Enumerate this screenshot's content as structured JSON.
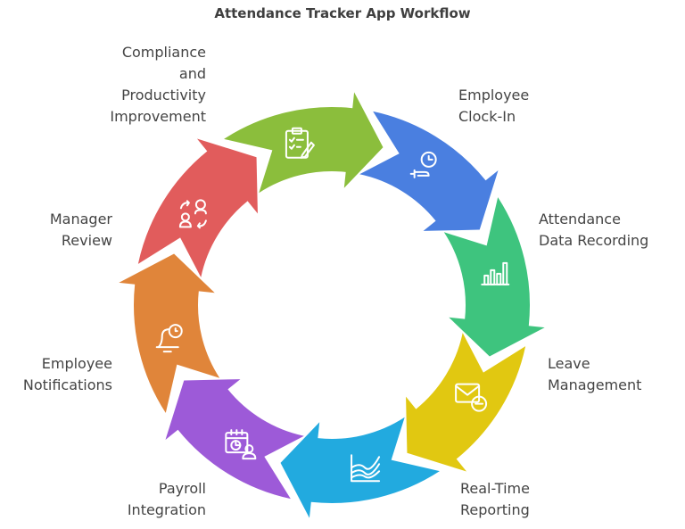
{
  "title": "Attendance Tracker App Workflow",
  "steps": [
    {
      "label": "Employee\nClock-In",
      "color": "#4a7fe0",
      "icon": "clock-hand-icon"
    },
    {
      "label": "Attendance\nData Recording",
      "color": "#3ec47e",
      "icon": "bar-chart-icon"
    },
    {
      "label": "Leave\nManagement",
      "color": "#e1c811",
      "icon": "envelope-minus-icon"
    },
    {
      "label": "Real-Time\nReporting",
      "color": "#22aadf",
      "icon": "area-chart-icon"
    },
    {
      "label": "Payroll\nIntegration",
      "color": "#9d5ad8",
      "icon": "calendar-user-icon"
    },
    {
      "label": "Employee\nNotifications",
      "color": "#e0853a",
      "icon": "bell-alarm-icon"
    },
    {
      "label": "Manager\nReview",
      "color": "#e15c5c",
      "icon": "users-exchange-icon"
    },
    {
      "label": "Compliance\nand\nProductivity\nImprovement",
      "color": "#8bbe3c",
      "icon": "clipboard-checklist-icon"
    }
  ]
}
